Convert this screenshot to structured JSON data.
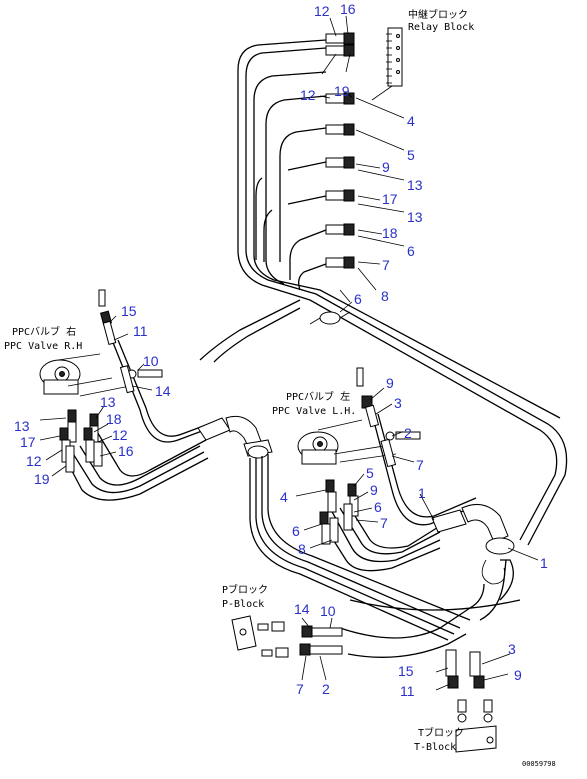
{
  "labels": {
    "relay_block_jp": "中継ブロック",
    "relay_block_en": "Relay Block",
    "ppc_rh_jp": "PPCバルブ 右",
    "ppc_rh_en": "PPC Valve R.H",
    "ppc_lh_jp": "PPCバルブ 左",
    "ppc_lh_en": "PPC Valve L.H.",
    "p_block_jp": "Pブロック",
    "p_block_en": "P-Block",
    "t_block_jp": "Tブロック",
    "t_block_en": "T-Block",
    "drawing_code": "00059798"
  },
  "callouts": [
    {
      "id": "c1",
      "text": "12"
    },
    {
      "id": "c2",
      "text": "16"
    },
    {
      "id": "c3",
      "text": "12"
    },
    {
      "id": "c4",
      "text": "19"
    },
    {
      "id": "c5",
      "text": "4"
    },
    {
      "id": "c6",
      "text": "5"
    },
    {
      "id": "c7",
      "text": "9"
    },
    {
      "id": "c8",
      "text": "13"
    },
    {
      "id": "c9",
      "text": "17"
    },
    {
      "id": "c10",
      "text": "13"
    },
    {
      "id": "c11",
      "text": "18"
    },
    {
      "id": "c12",
      "text": "6"
    },
    {
      "id": "c13",
      "text": "7"
    },
    {
      "id": "c14",
      "text": "8"
    },
    {
      "id": "c15",
      "text": "6"
    },
    {
      "id": "c16",
      "text": "15"
    },
    {
      "id": "c17",
      "text": "11"
    },
    {
      "id": "c18",
      "text": "10"
    },
    {
      "id": "c19",
      "text": "14"
    },
    {
      "id": "c20",
      "text": "13"
    },
    {
      "id": "c21",
      "text": "13"
    },
    {
      "id": "c22",
      "text": "18"
    },
    {
      "id": "c23",
      "text": "17"
    },
    {
      "id": "c24",
      "text": "12"
    },
    {
      "id": "c25",
      "text": "16"
    },
    {
      "id": "c26",
      "text": "12"
    },
    {
      "id": "c27",
      "text": "19"
    },
    {
      "id": "c28",
      "text": "9"
    },
    {
      "id": "c29",
      "text": "3"
    },
    {
      "id": "c30",
      "text": "2"
    },
    {
      "id": "c31",
      "text": "7"
    },
    {
      "id": "c32",
      "text": "5"
    },
    {
      "id": "c33",
      "text": "9"
    },
    {
      "id": "c34",
      "text": "4"
    },
    {
      "id": "c35",
      "text": "6"
    },
    {
      "id": "c36",
      "text": "7"
    },
    {
      "id": "c37",
      "text": "1"
    },
    {
      "id": "c38",
      "text": "6"
    },
    {
      "id": "c39",
      "text": "8"
    },
    {
      "id": "c40",
      "text": "1"
    },
    {
      "id": "c41",
      "text": "14"
    },
    {
      "id": "c42",
      "text": "10"
    },
    {
      "id": "c43",
      "text": "7"
    },
    {
      "id": "c44",
      "text": "2"
    },
    {
      "id": "c45",
      "text": "3"
    },
    {
      "id": "c46",
      "text": "15"
    },
    {
      "id": "c47",
      "text": "9"
    },
    {
      "id": "c48",
      "text": "11"
    }
  ],
  "colors": {
    "callout": "#2a31c8",
    "line": "#000000",
    "background": "#ffffff"
  }
}
